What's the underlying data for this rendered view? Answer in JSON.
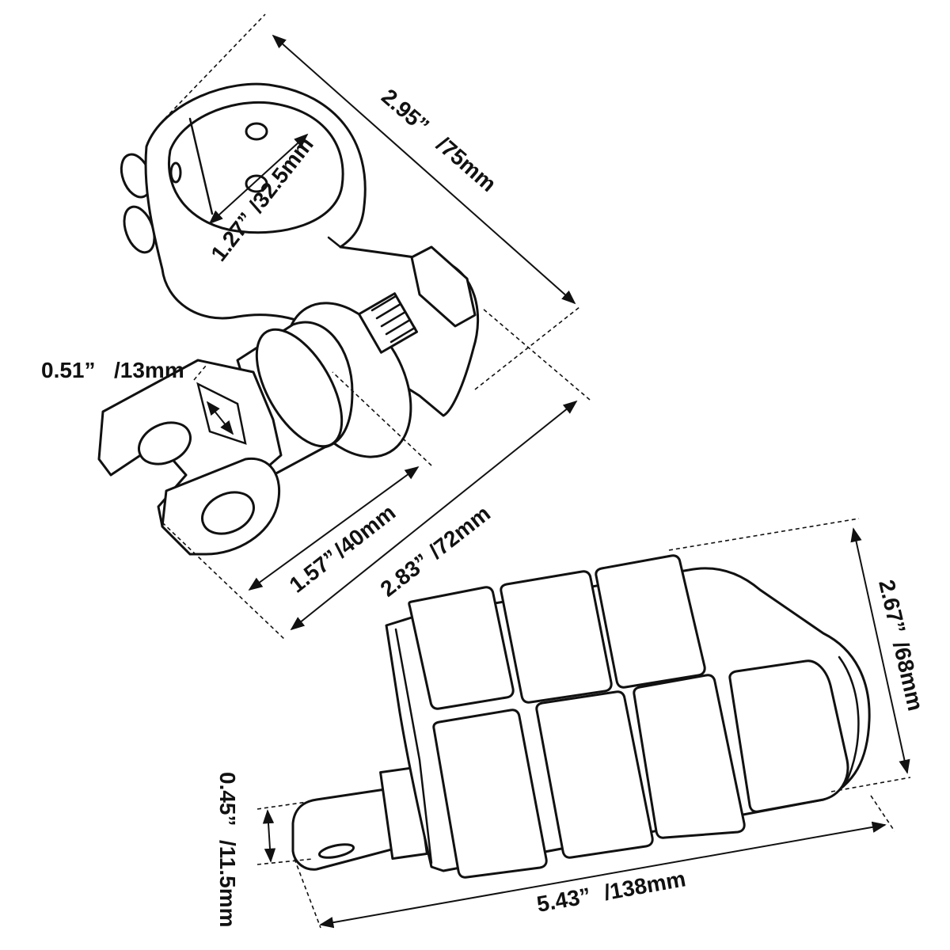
{
  "dimensions": {
    "clamp_length": {
      "imperial": "2.95”",
      "metric": "/75mm"
    },
    "clamp_bore": {
      "imperial": "1.27”",
      "metric": "/32.5mm"
    },
    "clevis_slot": {
      "imperial": "0.51”",
      "metric": "/13mm"
    },
    "mount_offset": {
      "imperial": "1.57”",
      "metric": "/40mm"
    },
    "mount_total": {
      "imperial": "2.83”",
      "metric": "/72mm"
    },
    "peg_width": {
      "imperial": "2.67”",
      "metric": "/68mm"
    },
    "peg_length": {
      "imperial": "5.43”",
      "metric": "/138mm"
    },
    "peg_tab": {
      "imperial": "0.45”",
      "metric": "/11.5mm"
    }
  },
  "colors": {
    "line": "#111111",
    "background": "#ffffff"
  }
}
